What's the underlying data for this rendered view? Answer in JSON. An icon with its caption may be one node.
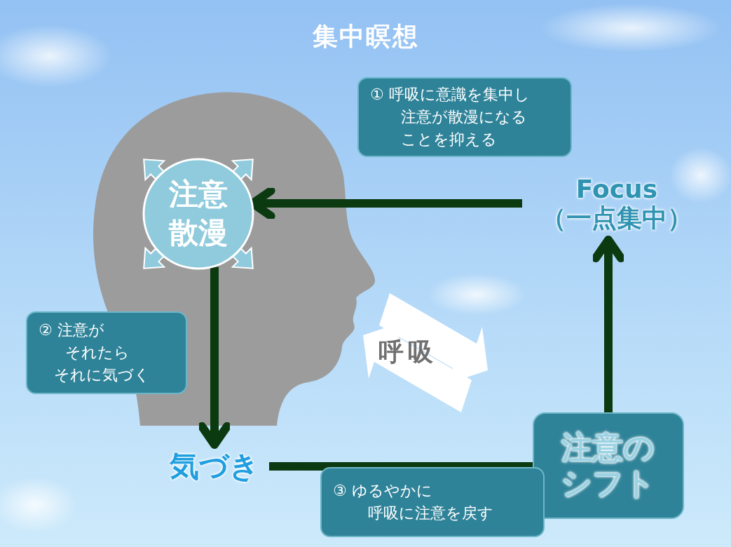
{
  "diagram": {
    "title": "集中瞑想",
    "nodes": [
      {
        "text": [
          "注意散漫"
        ]
      },
      {
        "text": [
          "Focus （一点集中）"
        ]
      },
      {
        "text": [
          "気づき"
        ]
      },
      {
        "text": [
          "注意のシフト"
        ]
      },
      {
        "text": [
          "① 呼吸に意識を集中し注意が散漫になることを抑える"
        ]
      },
      {
        "text": [
          "② 注意がそれたらそれに気づく"
        ]
      },
      {
        "text": [
          "③ ゆるやかに呼吸に注意を戻す"
        ]
      }
    ],
    "edges": [
      {
        "from": 1,
        "to": 0,
        "arrow": "to"
      },
      {
        "from": 0,
        "to": 2,
        "arrow": "to"
      },
      {
        "from": 2,
        "to": 3,
        "arrow": "none"
      },
      {
        "from": 3,
        "to": 1,
        "arrow": "to"
      }
    ],
    "labels": [
      "呼吸"
    ]
  }
}
